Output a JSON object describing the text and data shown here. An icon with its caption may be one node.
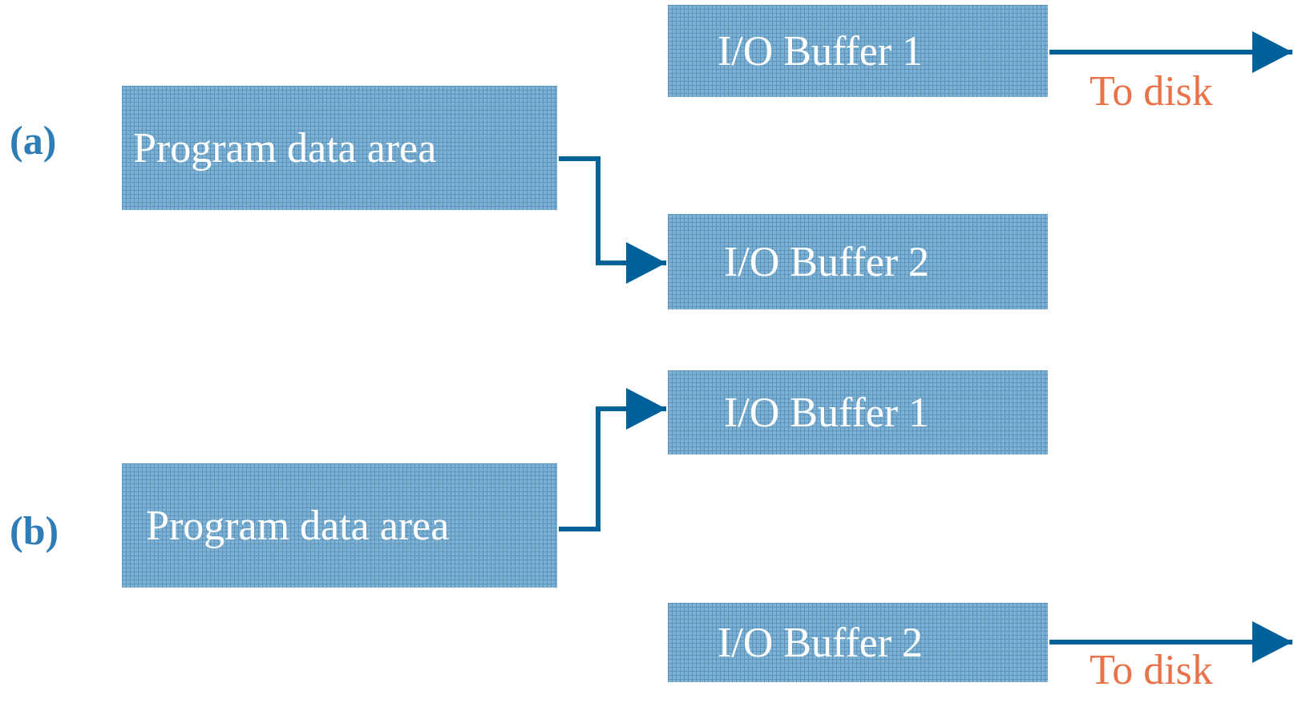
{
  "diagram": {
    "nodes": [
      {
        "text": [
          "Program data area"
        ]
      },
      {
        "text": [
          "I/O Buffer 1"
        ]
      },
      {
        "text": [
          "I/O Buffer 2"
        ]
      },
      {
        "text": [
          "I/O Buffer 1"
        ]
      },
      {
        "text": [
          "Program data area"
        ]
      },
      {
        "text": [
          "I/O Buffer 2"
        ]
      }
    ],
    "edges": [
      {
        "from": 0,
        "to": 2,
        "arrow": "to"
      },
      {
        "from": 1,
        "to": null,
        "arrow": "to",
        "label": "To disk"
      },
      {
        "from": 4,
        "to": 3,
        "arrow": "to"
      },
      {
        "from": 5,
        "to": null,
        "arrow": "to",
        "label": "To disk"
      }
    ],
    "labels": [
      "(a)",
      "(b)"
    ]
  }
}
